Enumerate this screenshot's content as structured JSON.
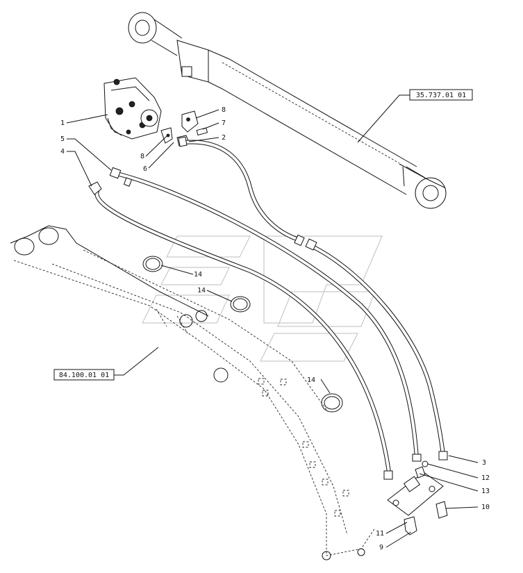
{
  "diagram": {
    "references": [
      {
        "id": "ref-cylinder",
        "label": "35.737.01 01"
      },
      {
        "id": "ref-boom",
        "label": "84.100.01 01"
      }
    ],
    "callouts": [
      "1",
      "5",
      "4",
      "8",
      "7",
      "2",
      "8",
      "6",
      "14",
      "14",
      "14",
      "3",
      "12",
      "13",
      "10",
      "11",
      "9"
    ]
  }
}
